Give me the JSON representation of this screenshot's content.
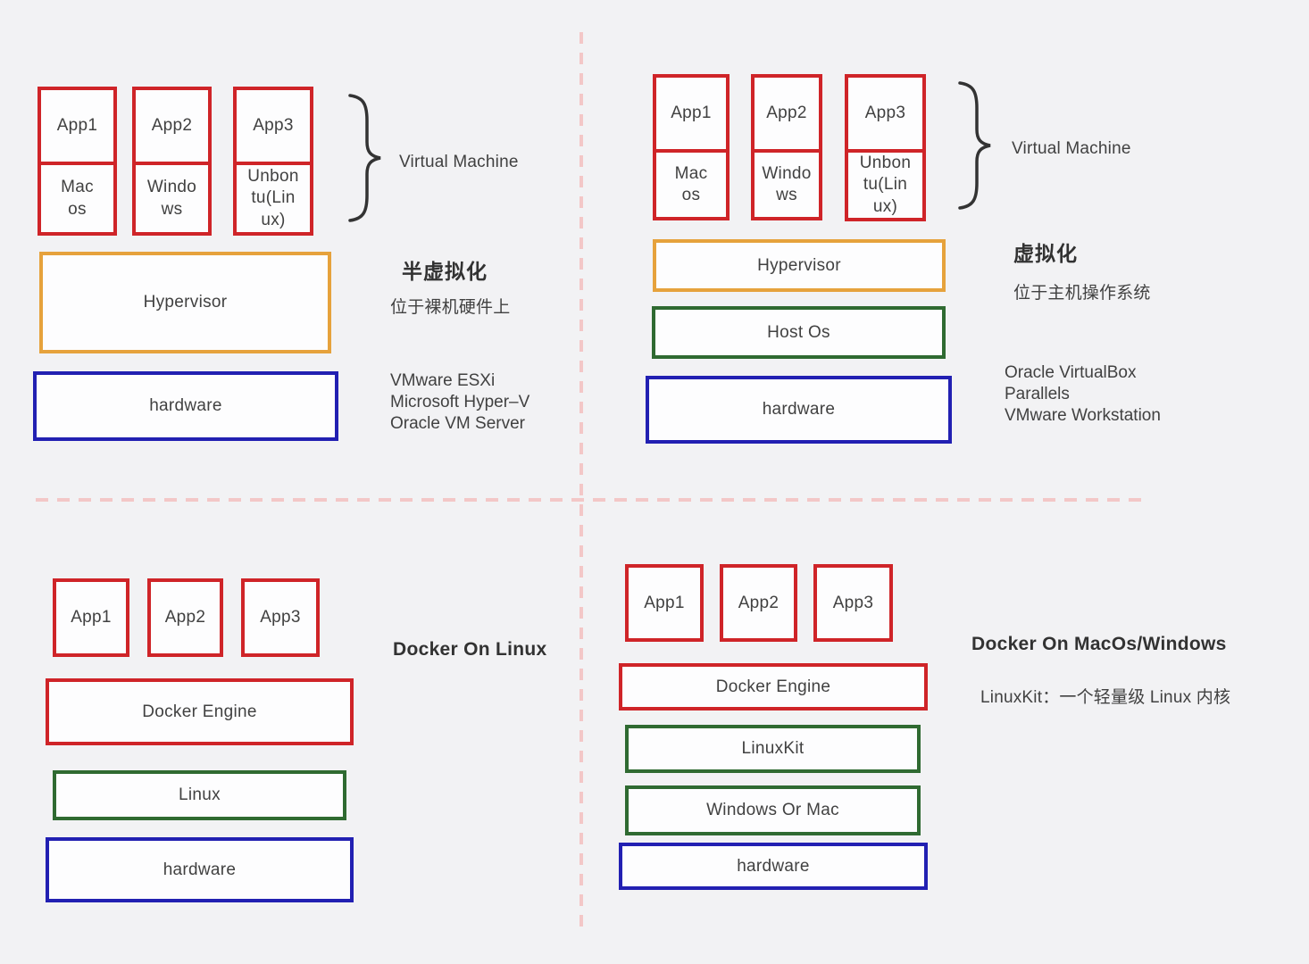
{
  "colors": {
    "red": "#cf2428",
    "orange": "#e6a23c",
    "green": "#2f6a31",
    "blue": "#2220b2",
    "divider": "#f3c7c7",
    "brace": "#333333"
  },
  "quadrants": {
    "top_left": {
      "vm_stacks": [
        {
          "app": "App1",
          "os": "Mac\nos"
        },
        {
          "app": "App2",
          "os": "Windo\nws"
        },
        {
          "app": "App3",
          "os": "Unbon\ntu(Lin\nux)"
        }
      ],
      "brace_label": "Virtual Machine",
      "layers": [
        "Hypervisor",
        "hardware"
      ],
      "title": "半虚拟化",
      "subtitle": "位于裸机硬件上",
      "examples": "VMware ESXi\nMicrosoft Hyper–V\nOracle VM Server"
    },
    "top_right": {
      "vm_stacks": [
        {
          "app": "App1",
          "os": "Mac\nos"
        },
        {
          "app": "App2",
          "os": "Windo\nws"
        },
        {
          "app": "App3",
          "os": "Unbon\ntu(Lin\nux)"
        }
      ],
      "brace_label": "Virtual Machine",
      "layers": [
        "Hypervisor",
        "Host Os",
        "hardware"
      ],
      "title": "虚拟化",
      "subtitle": "位于主机操作系统",
      "examples": "Oracle VirtualBox\nParallels\nVMware Workstation"
    },
    "bottom_left": {
      "apps": [
        "App1",
        "App2",
        "App3"
      ],
      "layers": [
        "Docker Engine",
        "Linux",
        "hardware"
      ],
      "title": "Docker On Linux"
    },
    "bottom_right": {
      "apps": [
        "App1",
        "App2",
        "App3"
      ],
      "layers": [
        "Docker Engine",
        "LinuxKit",
        "Windows Or Mac",
        "hardware"
      ],
      "title": "Docker On MacOs/Windows",
      "subtitle": "LinuxKit：一个轻量级 Linux 内核"
    }
  }
}
